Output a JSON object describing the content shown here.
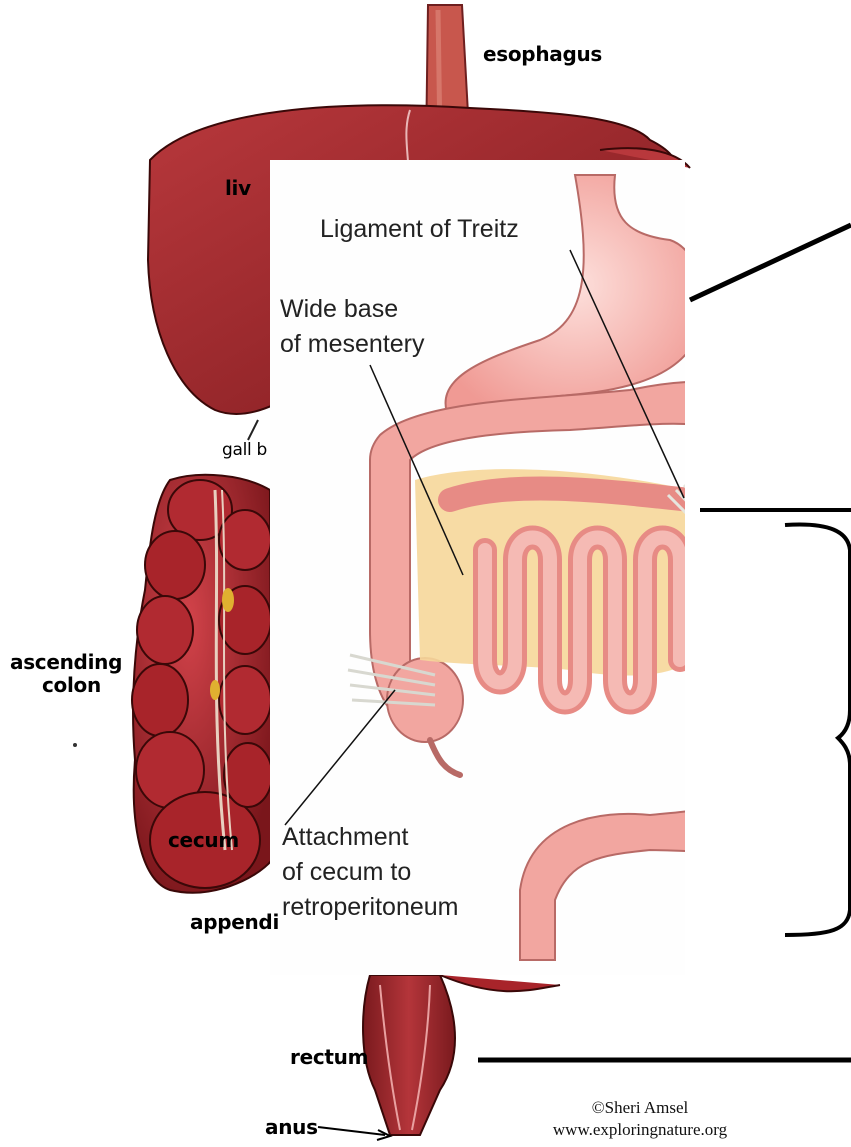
{
  "labels": {
    "esophagus": "esophagus",
    "liver_partial": "liv",
    "gall_bladder_partial": "gall b",
    "ascending_colon_line1": "ascending",
    "ascending_colon_line2": "colon",
    "cecum": "cecum",
    "appendix_partial": "appendi",
    "rectum": "rectum",
    "anus": "anus"
  },
  "overlay_labels": {
    "ligament_of_treitz": "Ligament of Treitz",
    "wide_base_line1": "Wide base",
    "wide_base_line2": "of mesentery",
    "attachment_line1": "Attachment",
    "attachment_line2": "of cecum to",
    "attachment_line3": "retroperitoneum"
  },
  "credit": {
    "author": "©Sheri Amsel",
    "website": "www.exploringnature.org"
  },
  "colors": {
    "organ_red": "#a8242a",
    "organ_dark": "#6e1417",
    "intestine_pink": "#f2a6a0",
    "intestine_outline": "#b86a66",
    "mesentery_yellow": "#f6d79a"
  }
}
